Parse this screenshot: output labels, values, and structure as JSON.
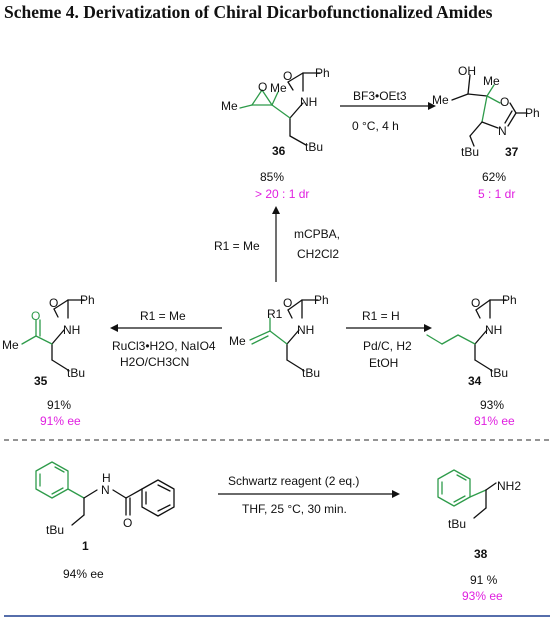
{
  "scheme": {
    "title": "Scheme 4. Derivatization of Chiral Dicarbofunctionalized Amides"
  },
  "compounds": {
    "c36": {
      "label": "36",
      "yield": "85%",
      "dr": "> 20 : 1 dr"
    },
    "c37": {
      "label": "37",
      "yield": "62%",
      "dr": "5 : 1 dr"
    },
    "c35": {
      "label": "35",
      "yield": "91%",
      "ee": "91% ee"
    },
    "c34": {
      "label": "34",
      "yield": "93%",
      "ee": "81% ee"
    },
    "c1": {
      "label": "1",
      "ee": "94% ee"
    },
    "c38": {
      "label": "38",
      "yield": "91 %",
      "ee": "93% ee"
    }
  },
  "conditions": {
    "to37": {
      "top": "BF3•OEt3",
      "bottom": "0 °C, 4 h"
    },
    "to36": {
      "left": "R1 = Me",
      "line1": "mCPBA,",
      "line2": "CH2Cl2"
    },
    "to35": {
      "top": "R1 = Me",
      "line1": "RuCl3•H2O, NaIO4",
      "line2": "H2O/CH3CN"
    },
    "to34": {
      "top": "R1 = H",
      "line1": "Pd/C, H2",
      "line2": "EtOH"
    },
    "to38": {
      "top": "Schwartz reagent (2 eq.)",
      "bottom": "THF, 25 °C, 30 min."
    }
  },
  "atom_labels": {
    "ph": "Ph",
    "nh": "NH",
    "h": "H",
    "o": "O",
    "oh": "OH",
    "me": "Me",
    "tbu": "tBu",
    "r1": "R1",
    "n": "N",
    "nh2": "NH2"
  },
  "colors": {
    "accent_green": "#2e9b4a",
    "accent_magenta": "#e020e0",
    "rule_blue": "#1f3f8f"
  }
}
